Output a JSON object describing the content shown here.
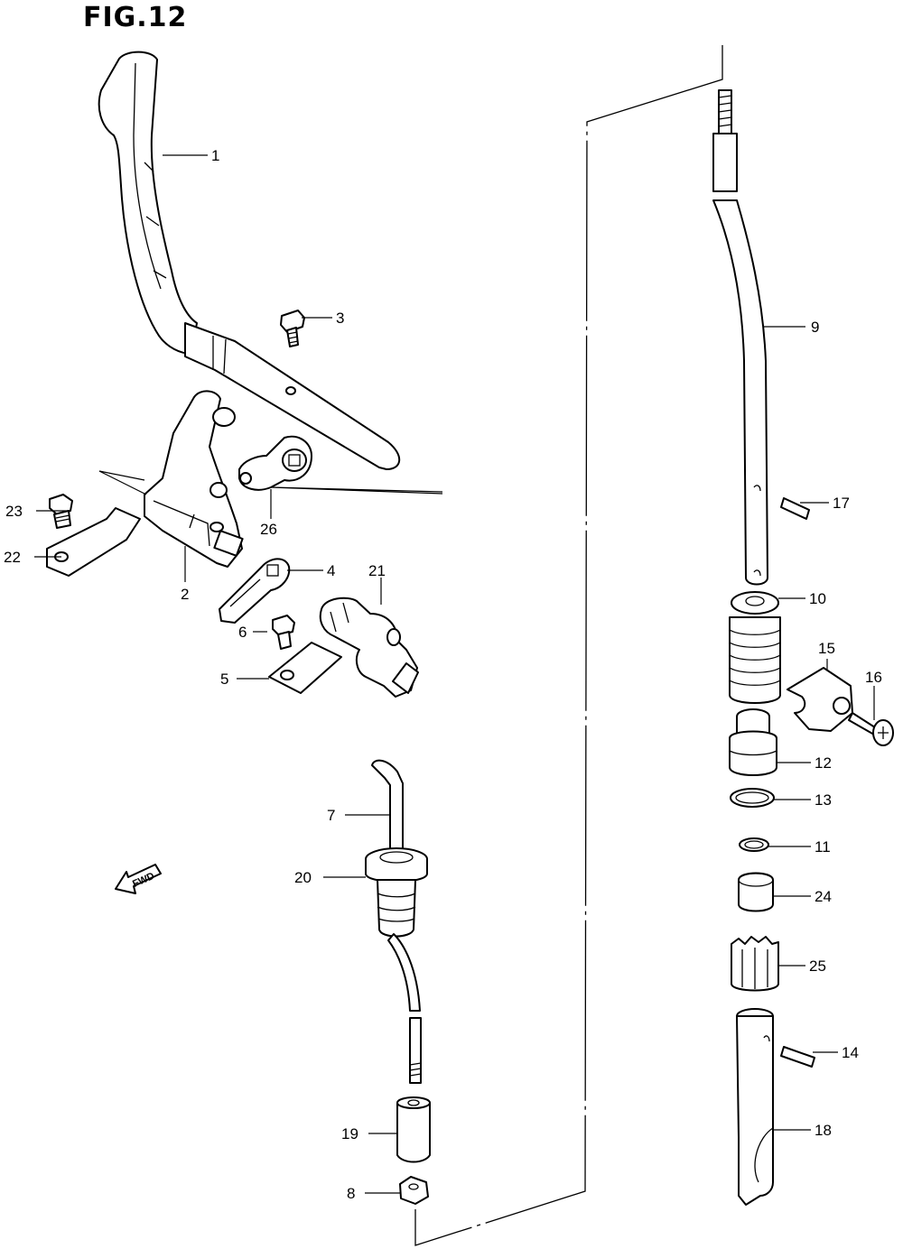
{
  "figure": {
    "title": "FIG.12"
  },
  "orientation_badge": {
    "text": "FWD"
  },
  "callouts": [
    {
      "id": "1",
      "text": "1"
    },
    {
      "id": "2",
      "text": "2"
    },
    {
      "id": "3",
      "text": "3"
    },
    {
      "id": "4",
      "text": "4"
    },
    {
      "id": "5",
      "text": "5"
    },
    {
      "id": "6",
      "text": "6"
    },
    {
      "id": "7",
      "text": "7"
    },
    {
      "id": "8",
      "text": "8"
    },
    {
      "id": "9",
      "text": "9"
    },
    {
      "id": "10",
      "text": "10"
    },
    {
      "id": "11",
      "text": "11"
    },
    {
      "id": "12",
      "text": "12"
    },
    {
      "id": "13",
      "text": "13"
    },
    {
      "id": "14",
      "text": "14"
    },
    {
      "id": "15",
      "text": "15"
    },
    {
      "id": "16",
      "text": "16"
    },
    {
      "id": "17",
      "text": "17"
    },
    {
      "id": "18",
      "text": "18"
    },
    {
      "id": "19",
      "text": "19"
    },
    {
      "id": "20",
      "text": "20"
    },
    {
      "id": "21",
      "text": "21"
    },
    {
      "id": "22",
      "text": "22"
    },
    {
      "id": "23",
      "text": "23"
    },
    {
      "id": "24",
      "text": "24"
    },
    {
      "id": "25",
      "text": "25"
    },
    {
      "id": "26",
      "text": "26"
    }
  ]
}
